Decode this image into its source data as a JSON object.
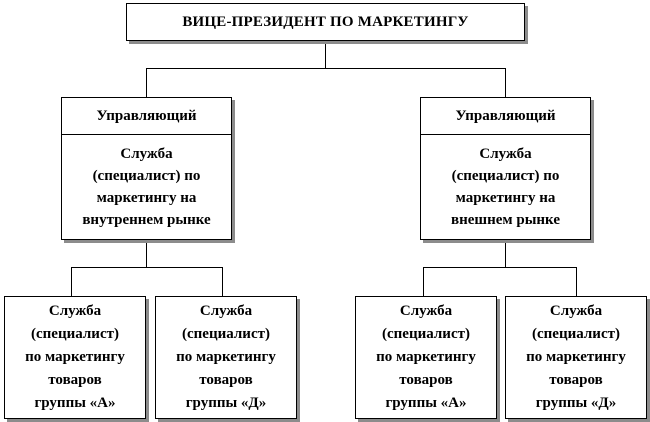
{
  "diagram": {
    "root": {
      "label": "ВИЦЕ-ПРЕЗИДЕНТ ПО МАРКЕТИНГУ"
    },
    "managers": [
      {
        "head": "Управляющий",
        "body": "Служба\n(специалист) по\nмаркетингу на\nвнутреннем рынке"
      },
      {
        "head": "Управляющий",
        "body": "Служба\n(специалист) по\nмаркетингу на\nвнешнем рынке"
      }
    ],
    "services": [
      {
        "label": "Служба\n(специалист)\nпо маркетингу\nтоваров\nгруппы «А»"
      },
      {
        "label": "Служба\n(специалист)\nпо маркетингу\nтоваров\nгруппы «Д»"
      },
      {
        "label": "Служба\n(специалист)\nпо маркетингу\nтоваров\nгруппы «А»"
      },
      {
        "label": "Служба\n(специалист)\nпо маркетингу\nтоваров\nгруппы «Д»"
      }
    ],
    "colors": {
      "line": "#000000",
      "shadow": "#8c8c8c",
      "background": "#ffffff"
    }
  }
}
